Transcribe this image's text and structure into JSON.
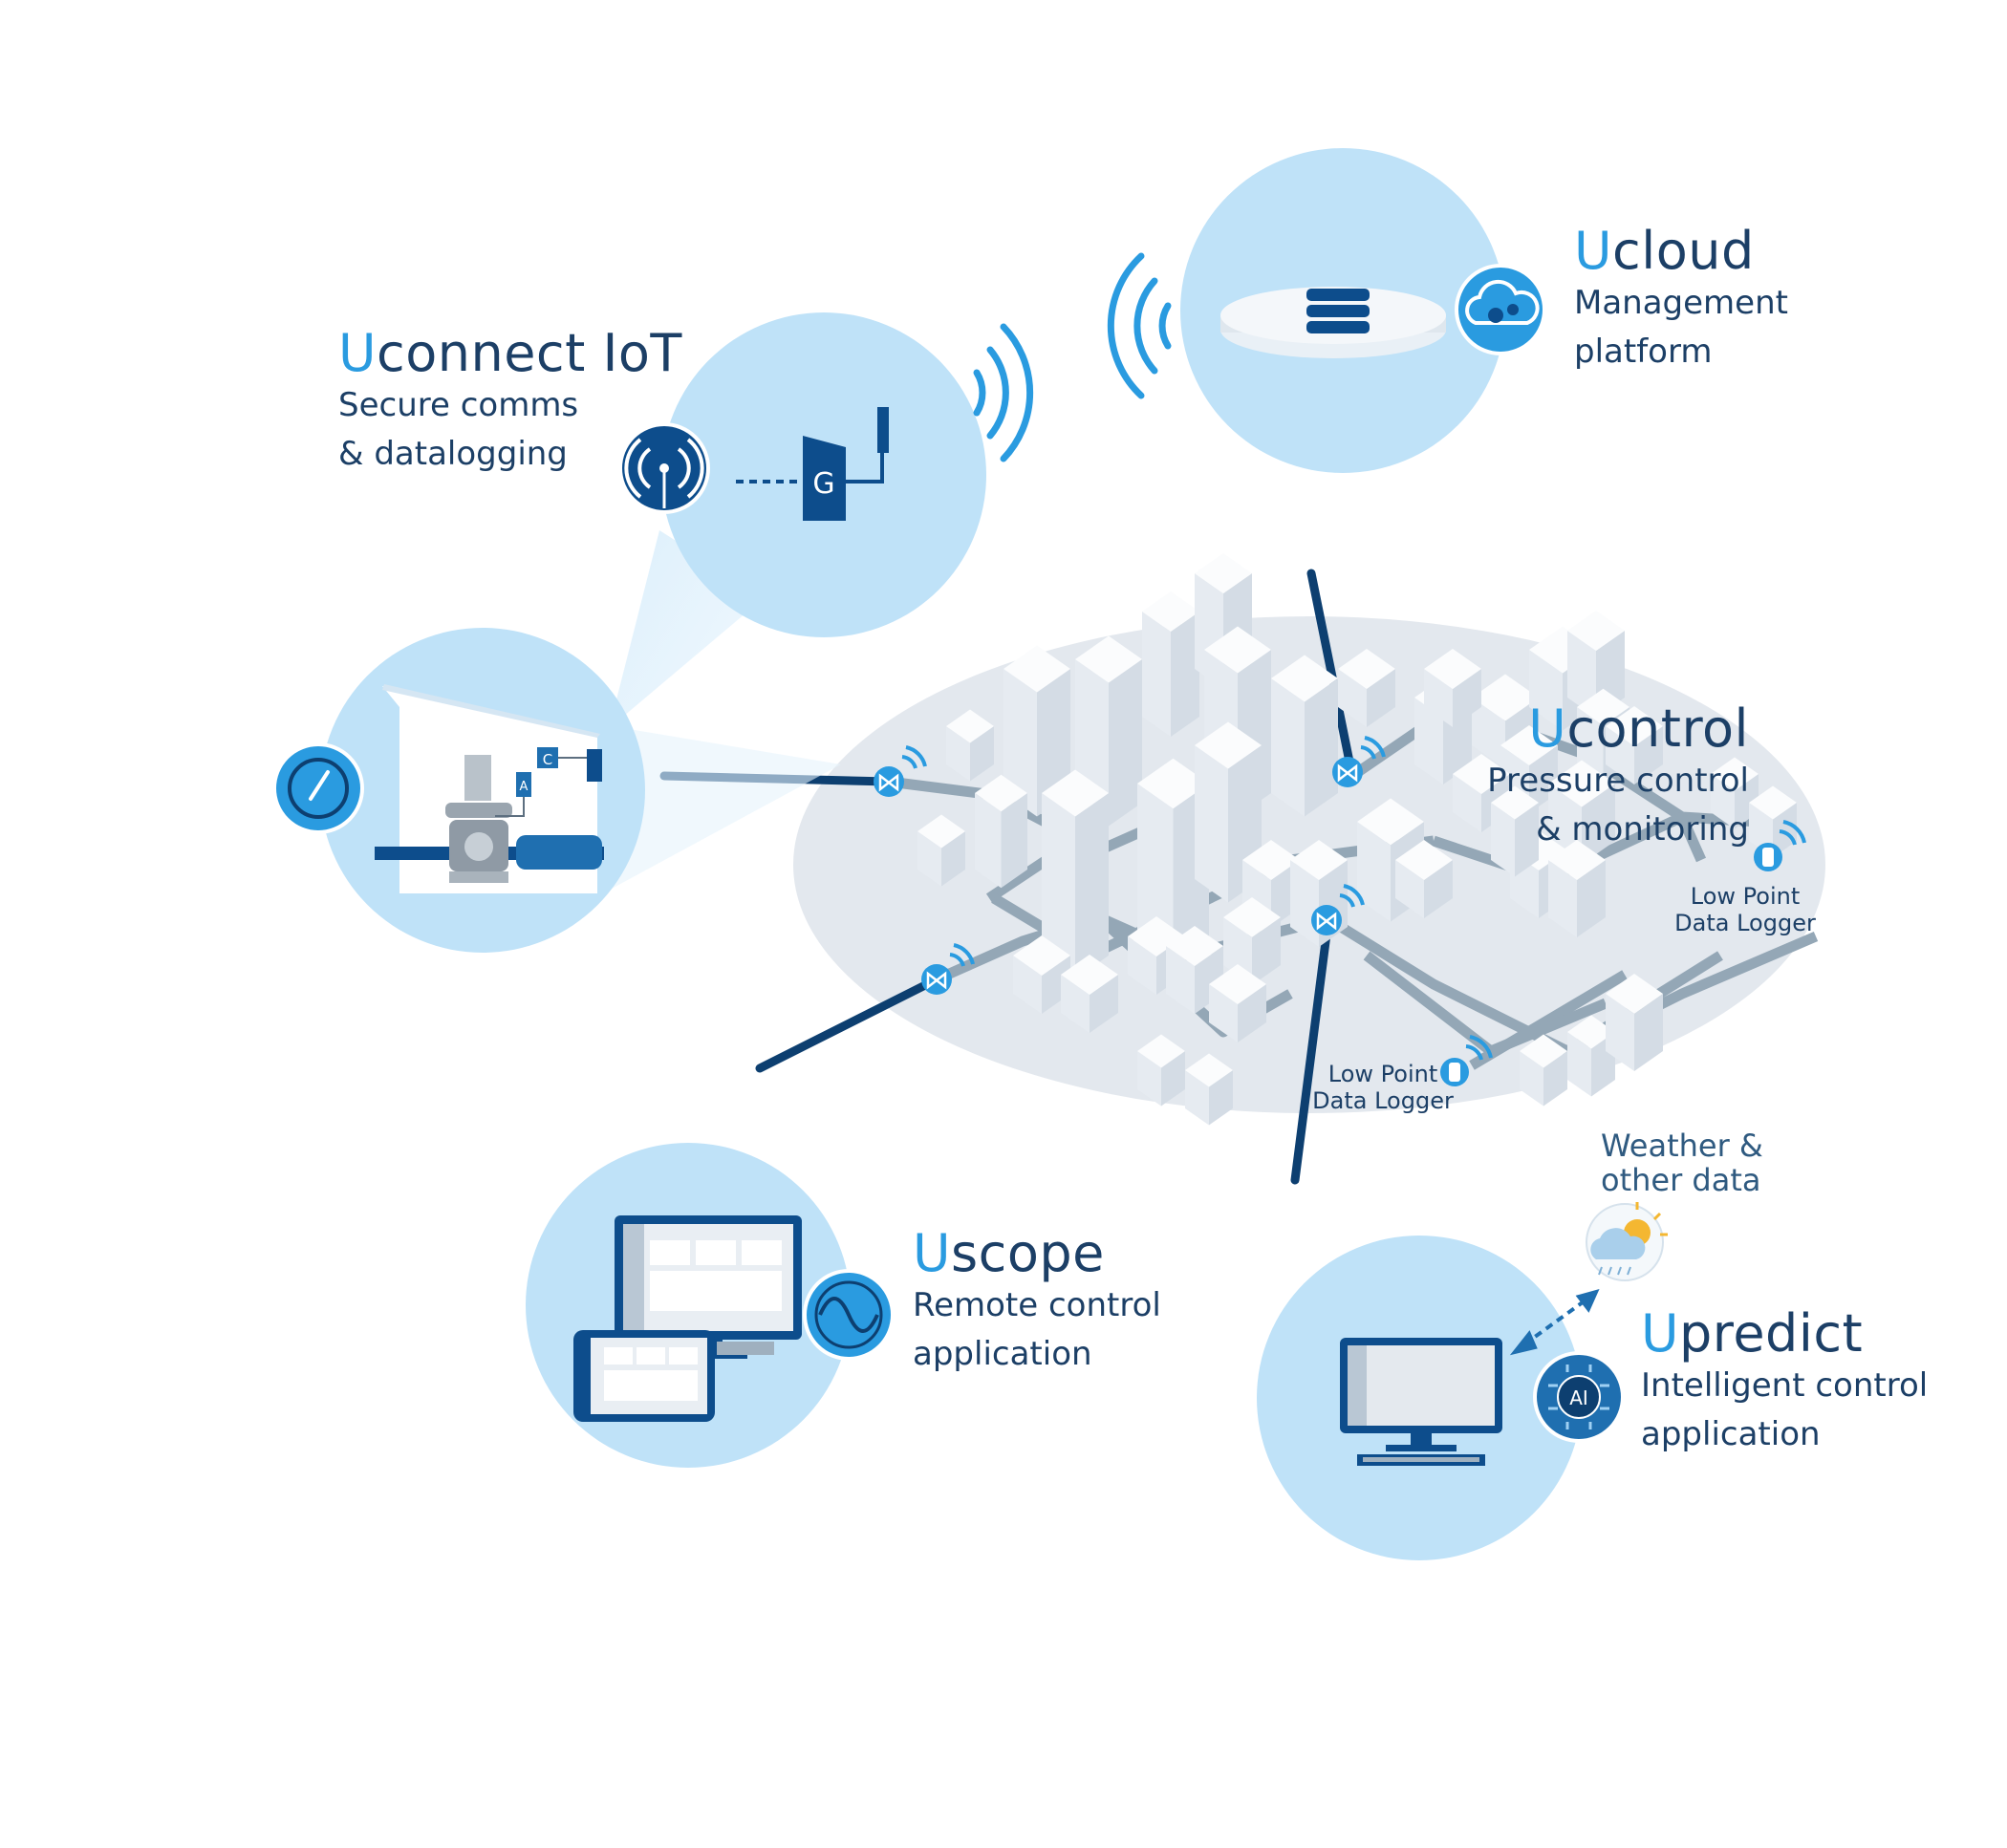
{
  "nodes": {
    "uconnect": {
      "initial": "U",
      "title_rest": "connect IoT",
      "lines": [
        "Secure comms",
        "& datalogging"
      ]
    },
    "ucloud": {
      "initial": "U",
      "title_rest": "cloud",
      "lines": [
        "Management",
        "platform"
      ]
    },
    "ucontrol": {
      "initial": "U",
      "title_rest": "control",
      "lines": [
        "Pressure control",
        "& monitoring"
      ]
    },
    "uscope": {
      "initial": "U",
      "title_rest": "scope",
      "lines": [
        "Remote control",
        "application"
      ]
    },
    "upredict": {
      "initial": "U",
      "title_rest": "predict",
      "lines": [
        "Intelligent control",
        "application"
      ]
    }
  },
  "loggers": [
    {
      "lines": [
        "Low Point",
        "Data Logger"
      ]
    },
    {
      "lines": [
        "Low Point",
        "Data Logger"
      ]
    }
  ],
  "weather": {
    "lines": [
      "Weather &",
      "other data"
    ]
  },
  "icon_glyphs": {
    "gateway": "G",
    "ai": "AI",
    "controller_c": "C",
    "controller_a": "A"
  },
  "colors": {
    "accent": "#2a9be0",
    "dark_blue": "#0d4d8c",
    "circle_fill": "#bfe2f8",
    "text": "#1c3f66",
    "pipe": "#8fa3b3",
    "ground": "#e3e8ee"
  }
}
